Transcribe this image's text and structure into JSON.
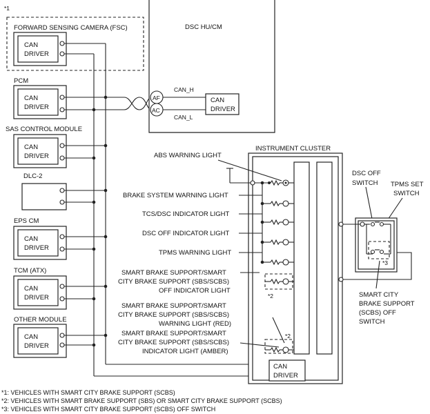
{
  "modules": {
    "fsc_marker": "*1",
    "fsc_label": "FORWARD SENSING CAMERA (FSC)",
    "pcm_label": "PCM",
    "sas_label": "SAS CONTROL MODULE",
    "dlc_label": "DLC-2",
    "eps_label": "EPS CM",
    "tcm_label": "TCM (ATX)",
    "other_label": "OTHER MODULE",
    "can_line1": "CAN",
    "can_line2": "DRIVER"
  },
  "dsc": {
    "title": "DSC HU/CM",
    "can_h": "CAN_H",
    "can_l": "CAN_L",
    "af": "AF",
    "ac": "AC"
  },
  "cluster": {
    "title": "INSTRUMENT CLUSTER",
    "abs": "ABS WARNING LIGHT",
    "brake": "BRAKE SYSTEM WARNING LIGHT",
    "tcs": "TCS/DSC INDICATOR LIGHT",
    "dsc_off": "DSC OFF INDICATOR LIGHT",
    "tpms": "TPMS WARNING LIGHT",
    "sbs_off": [
      "SMART BRAKE SUPPORT/SMART",
      "CITY BRAKE SUPPORT (SBS/SCBS)",
      "OFF INDICATOR LIGHT"
    ],
    "sbs_warn": [
      "SMART BRAKE SUPPORT/SMART",
      "CITY BRAKE SUPPORT (SBS/SCBS)",
      "WARNING LIGHT (RED)"
    ],
    "sbs_ind": [
      "SMART BRAKE SUPPORT/SMART",
      "CITY BRAKE SUPPORT (SBS/SCBS)",
      "INDICATOR LIGHT (AMBER)"
    ],
    "marker2": "*2",
    "marker3": "*3"
  },
  "switches": {
    "dsc_off": [
      "DSC OFF",
      "SWITCH"
    ],
    "tpms_set": [
      "TPMS SET",
      "SWITCH"
    ],
    "scbs_off": [
      "SMART CITY",
      "BRAKE SUPPORT",
      "(SCBS) OFF",
      "SWITCH"
    ]
  },
  "footnotes": [
    "*1: VEHICLES WITH SMART CITY BRAKE SUPPORT (SCBS)",
    "*2: VEHICLES WITH SMART BRAKE SUPPORT (SBS) OR SMART CITY BRAKE SUPPORT (SCBS)",
    "*3: VEHICLES WITH SMART CITY BRAKE SUPPORT (SCBS) OFF SWITCH"
  ]
}
